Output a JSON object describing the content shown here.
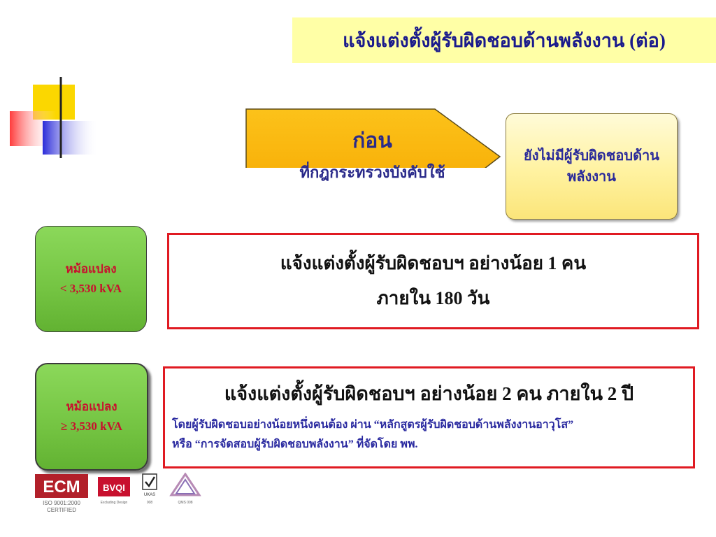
{
  "title": "แจ้งแต่งตั้งผู้รับผิดชอบด้านพลังงาน (ต่อ)",
  "before": {
    "main": "ก่อน",
    "sub": "ที่กฎกระทรวงบังคับใช้"
  },
  "status": "ยังไม่มีผู้รับผิดชอบด้านพลังงาน",
  "cases": [
    {
      "condition_label": "หม้อแปลง",
      "condition_value": "< 3,530 kVA",
      "requirement_line1": "แจ้งแต่งตั้งผู้รับผิดชอบฯ อย่างน้อย 1 คน",
      "requirement_line2": "ภายใน 180 วัน"
    },
    {
      "condition_label": "หม้อแปลง",
      "condition_value": "≥ 3,530 kVA",
      "requirement_line1": "แจ้งแต่งตั้งผู้รับผิดชอบฯ อย่างน้อย 2 คน ภายใน 2 ปี",
      "detail_line1": "โดยผู้รับผิดชอบอย่างน้อยหนึ่งคนต้อง ผ่าน “หลักสูตรผู้รับผิดชอบด้านพลังงานอาวุโส”",
      "detail_line2": "หรือ  “การจัดสอบผู้รับผิดชอบพลังงาน” ที่จัดโดย พพ."
    }
  ],
  "certifications": {
    "ecm_logo": "ECM",
    "ecm_sub1": "ISO 9001:2000",
    "ecm_sub2": "CERTIFIED",
    "bvqi_logo": "BVQI",
    "bvqi_sub": "Excluding Design",
    "ukas_logo": "UKAS",
    "ukas_sub": "008",
    "qms_sub": "QMS 008"
  },
  "colors": {
    "title_bg": "#ffffa6",
    "title_text": "#1a1a8c",
    "arrow_fill": "#fbb900",
    "green_box": "#74c442",
    "red_text": "#c8102e",
    "red_border": "#e01a22",
    "blue_text": "#2a2aa0"
  }
}
